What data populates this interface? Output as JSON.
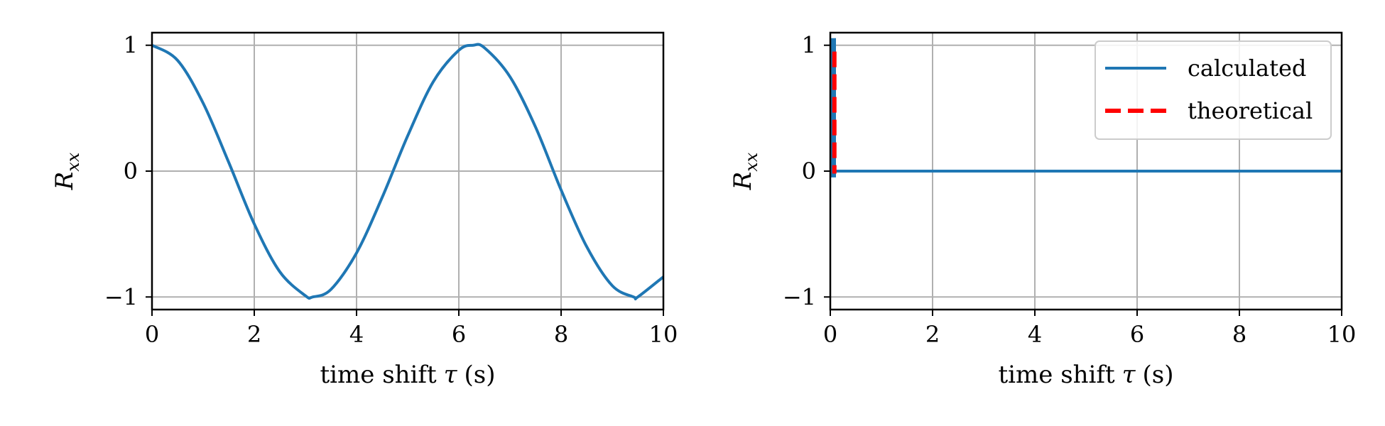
{
  "colors": {
    "calculated": "#1f77b4",
    "theoretical": "#ff0000",
    "grid": "#b0b0b0",
    "axes": "#000000",
    "background": "#ffffff"
  },
  "chart_data": [
    {
      "type": "line",
      "xlabel_text": "time shift",
      "xlabel_symbol": "τ",
      "xlabel_unit": "(s)",
      "ylabel_main": "R",
      "ylabel_sub": "xx",
      "xlim": [
        0,
        10
      ],
      "ylim": [
        -1.1,
        1.1
      ],
      "grid": true,
      "x_ticks": [
        0,
        2,
        4,
        6,
        8,
        10
      ],
      "x_tick_labels": [
        "0",
        "2",
        "4",
        "6",
        "8",
        "10"
      ],
      "y_ticks": [
        -1,
        0,
        1
      ],
      "y_tick_labels": [
        "−1",
        "0",
        "1"
      ],
      "series": [
        {
          "x": [
            0,
            0.5,
            1,
            1.5,
            2,
            2.5,
            3,
            3.14,
            3.5,
            4,
            4.5,
            5,
            5.5,
            6,
            6.28,
            6.5,
            7,
            7.5,
            8,
            8.5,
            9,
            9.42,
            9.5,
            10
          ],
          "y": [
            1.0,
            0.88,
            0.54,
            0.07,
            -0.42,
            -0.8,
            -0.99,
            -1.0,
            -0.94,
            -0.65,
            -0.21,
            0.28,
            0.71,
            0.96,
            1.0,
            0.98,
            0.75,
            0.35,
            -0.15,
            -0.6,
            -0.91,
            -1.0,
            -1.0,
            -0.84
          ],
          "color": "#1f77b4",
          "style": "solid"
        }
      ]
    },
    {
      "type": "line",
      "xlabel_text": "time shift",
      "xlabel_symbol": "τ",
      "xlabel_unit": "(s)",
      "ylabel_main": "R",
      "ylabel_sub": "xx",
      "xlim": [
        0,
        10
      ],
      "ylim": [
        -1.1,
        1.1
      ],
      "grid": true,
      "legend_position": "top-right",
      "x_ticks": [
        0,
        2,
        4,
        6,
        8,
        10
      ],
      "x_tick_labels": [
        "0",
        "2",
        "4",
        "6",
        "8",
        "10"
      ],
      "y_ticks": [
        -1,
        0,
        1
      ],
      "y_tick_labels": [
        "−1",
        "0",
        "1"
      ],
      "series": [
        {
          "name": "calculated",
          "x": [
            0,
            0.01,
            0.1,
            0.5,
            1,
            1.5,
            2,
            2.5,
            3,
            3.5,
            4,
            4.5,
            5,
            5.5,
            6,
            6.5,
            7,
            7.5,
            8,
            8.5,
            9,
            9.5,
            10
          ],
          "y": [
            1.0,
            -0.02,
            0.0,
            0.0,
            0.0,
            0.0,
            0.0,
            0.0,
            0.0,
            0.0,
            0.0,
            0.0,
            0.0,
            0.0,
            0.0,
            0.0,
            0.0,
            0.0,
            0.0,
            0.0,
            0.0,
            0.0,
            0.0
          ],
          "color": "#1f77b4",
          "style": "solid"
        },
        {
          "name": "theoretical",
          "x": [
            0.08,
            0.08
          ],
          "y": [
            0.95,
            -0.02
          ],
          "color": "#ff0000",
          "style": "dashed"
        }
      ]
    }
  ]
}
